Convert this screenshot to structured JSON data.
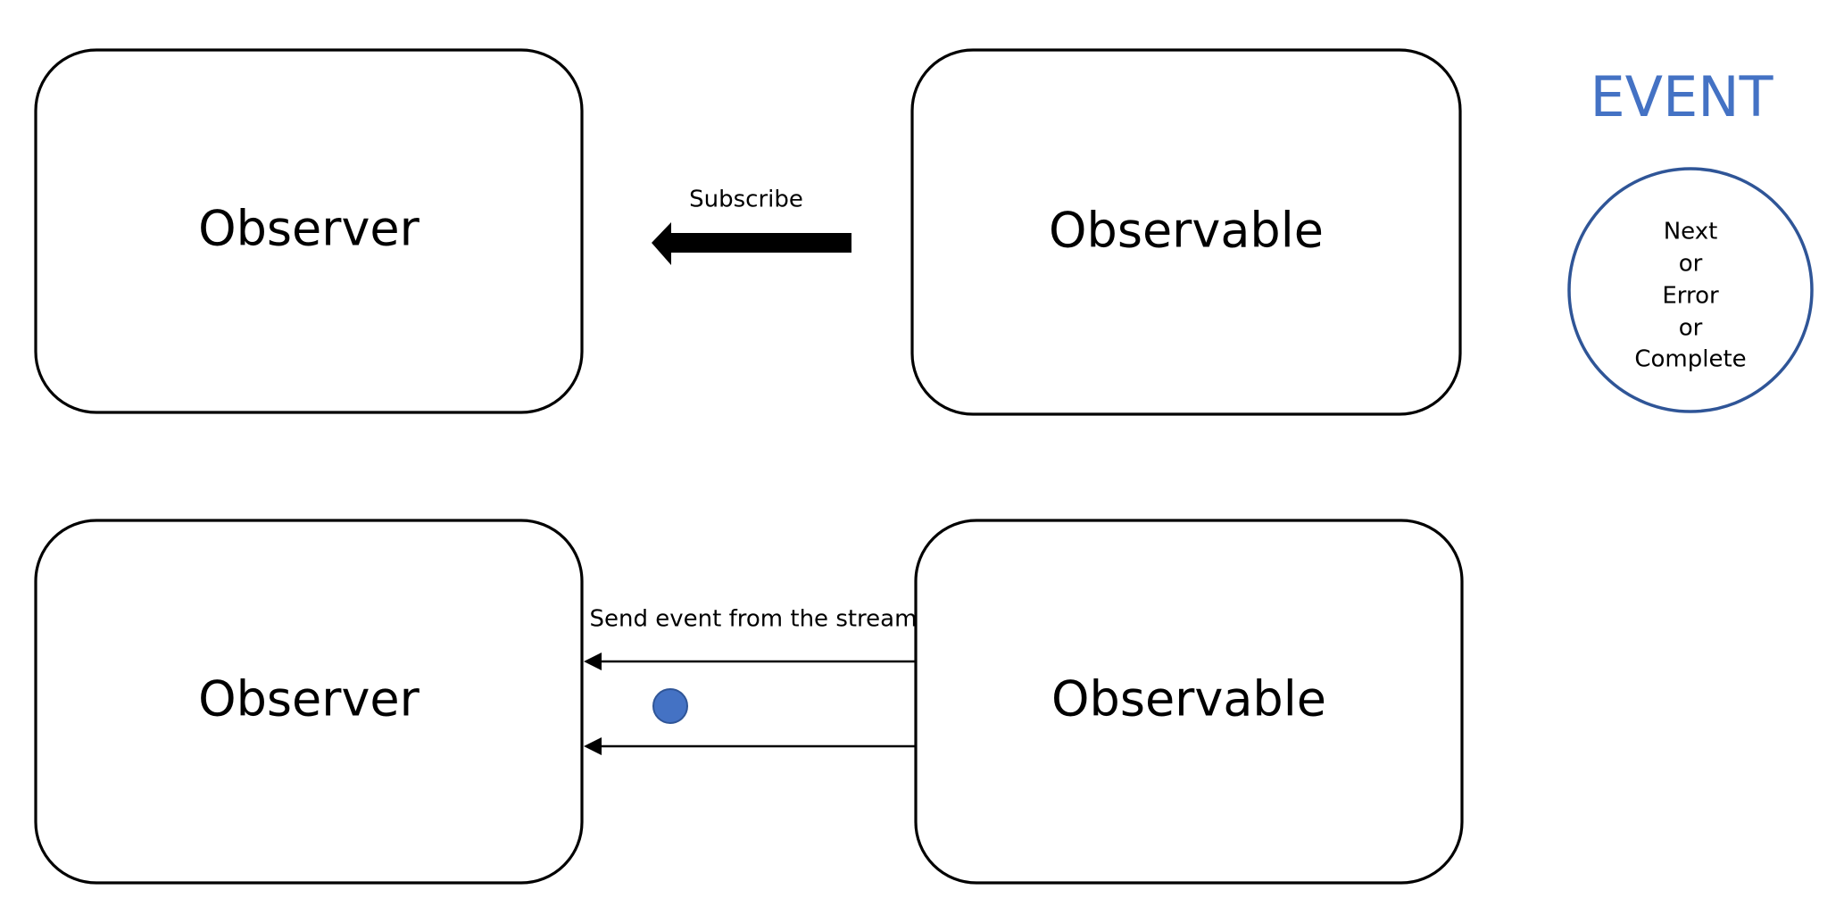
{
  "top_row": {
    "observer_label": "Observer",
    "observable_label": "Observable",
    "arrow_label": "Subscribe"
  },
  "bottom_row": {
    "observer_label": "Observer",
    "observable_label": "Observable",
    "arrow_label": "Send event from the stream"
  },
  "event_legend": {
    "title": "EVENT",
    "lines": [
      "Next",
      "or",
      "Error",
      "or",
      "Complete"
    ]
  },
  "colors": {
    "event_title": "#4472c4",
    "event_circle_stroke": "#2f5597",
    "event_dot_fill": "#4472c4"
  }
}
